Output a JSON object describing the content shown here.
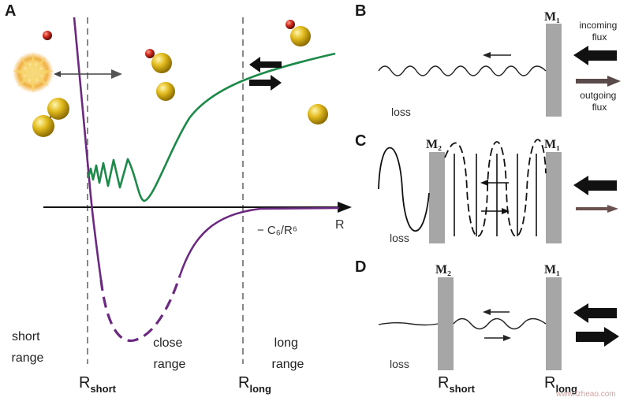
{
  "panels": {
    "a": "A",
    "b": "B",
    "c": "C",
    "d": "D"
  },
  "panel_a": {
    "axis_label": "R",
    "potential_label": "− C₆/R⁶",
    "regions": {
      "short_l1": "short",
      "short_l2": "range",
      "close_l1": "close",
      "close_l2": "range",
      "long_l1": "long",
      "long_l2": "range"
    },
    "r_short": {
      "main": "R",
      "sub": "short"
    },
    "r_long": {
      "main": "R",
      "sub": "long"
    },
    "colors": {
      "potential": "#6b2a7f",
      "wavefunction": "#1e8a4a",
      "atom_gold": "#d4ac14",
      "atom_red": "#b01e12"
    }
  },
  "panel_b": {
    "mirror": "M₁",
    "incoming_l1": "incoming",
    "incoming_l2": "flux",
    "outgoing_l1": "outgoing",
    "outgoing_l2": "flux",
    "loss": "loss"
  },
  "panel_c": {
    "mirror1": "M₁",
    "mirror2": "M₂",
    "loss": "loss"
  },
  "panel_d": {
    "mirror1": "M₁",
    "mirror2": "M₂",
    "loss": "loss",
    "r_short": {
      "main": "R",
      "sub": "short"
    },
    "r_long": {
      "main": "R",
      "sub": "long"
    }
  },
  "watermark": "www.fzheao.com"
}
